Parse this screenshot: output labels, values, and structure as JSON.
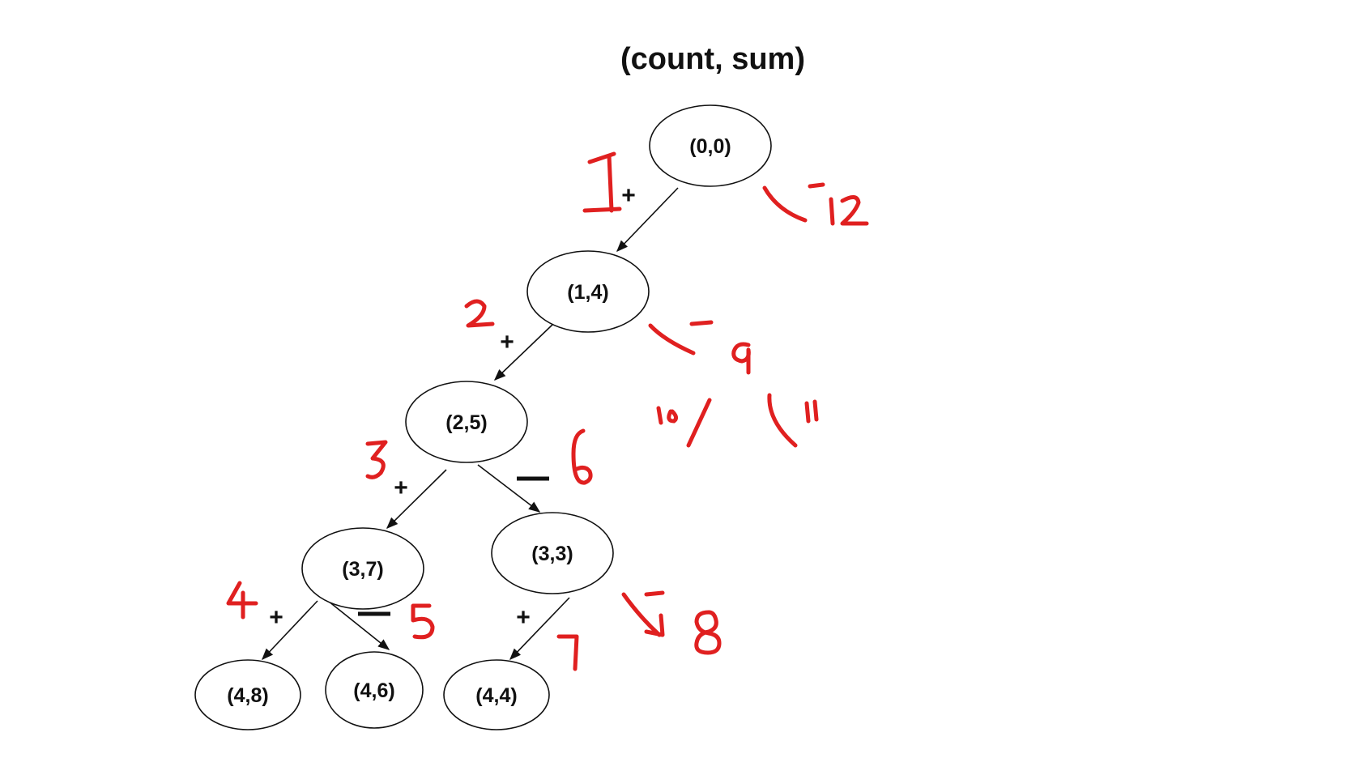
{
  "title": "(count, sum)",
  "colors": {
    "ink": "#111111",
    "annotation": "#e02020",
    "background": "#ffffff"
  },
  "nodes": [
    {
      "id": "n00",
      "label": "(0,0)"
    },
    {
      "id": "n14",
      "label": "(1,4)"
    },
    {
      "id": "n25",
      "label": "(2,5)"
    },
    {
      "id": "n37",
      "label": "(3,7)"
    },
    {
      "id": "n33",
      "label": "(3,3)"
    },
    {
      "id": "n48",
      "label": "(4,8)"
    },
    {
      "id": "n46",
      "label": "(4,6)"
    },
    {
      "id": "n44",
      "label": "(4,4)"
    }
  ],
  "edges": [
    {
      "from": "(0,0)",
      "to": "(1,4)",
      "sign": "+"
    },
    {
      "from": "(1,4)",
      "to": "(2,5)",
      "sign": "+"
    },
    {
      "from": "(2,5)",
      "to": "(3,7)",
      "sign": "+"
    },
    {
      "from": "(2,5)",
      "to": "(3,3)",
      "sign": "—"
    },
    {
      "from": "(3,7)",
      "to": "(4,8)",
      "sign": "+"
    },
    {
      "from": "(3,7)",
      "to": "(4,6)",
      "sign": "—"
    },
    {
      "from": "(3,3)",
      "to": "(4,4)",
      "sign": "+"
    }
  ],
  "sign_labels": {
    "plus": "+"
  },
  "handwritten_annotations": [
    "1",
    "2",
    "3",
    "4",
    "5",
    "6",
    "7",
    "8",
    "9",
    "10",
    "11",
    "12"
  ]
}
